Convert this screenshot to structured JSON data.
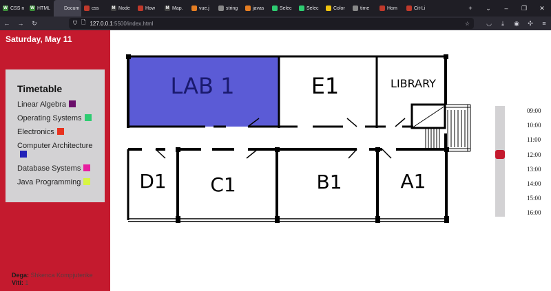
{
  "browser": {
    "tabs": [
      {
        "label": "CSS n",
        "favicon": "W",
        "color": "#3d8f3a"
      },
      {
        "label": "HTML",
        "favicon": "W",
        "color": "#3d8f3a"
      },
      {
        "label": "Docum",
        "favicon": "",
        "color": "#42414d",
        "active": true
      },
      {
        "label": "css",
        "favicon": "",
        "color": "#c0392b"
      },
      {
        "label": "Node",
        "favicon": "M",
        "color": "#444"
      },
      {
        "label": "How",
        "favicon": "",
        "color": "#c0392b"
      },
      {
        "label": "Map.",
        "favicon": "M",
        "color": "#444"
      },
      {
        "label": "vue.j",
        "favicon": "",
        "color": "#e67e22"
      },
      {
        "label": "string",
        "favicon": "",
        "color": "#888"
      },
      {
        "label": "javas",
        "favicon": "",
        "color": "#e67e22"
      },
      {
        "label": "Selec",
        "favicon": "",
        "color": "#2ecc71"
      },
      {
        "label": "Selec",
        "favicon": "",
        "color": "#2ecc71"
      },
      {
        "label": "Color",
        "favicon": "",
        "color": "#f1c40f"
      },
      {
        "label": "time",
        "favicon": "",
        "color": "#888"
      },
      {
        "label": "Hom",
        "favicon": "",
        "color": "#c0392b"
      },
      {
        "label": "Cit-Li",
        "favicon": "",
        "color": "#c0392b"
      }
    ],
    "url_host": "127.0.0.1",
    "url_path": ":5500/index.html"
  },
  "sidebar": {
    "date": "Saturday, May 11",
    "timetable_title": "Timetable",
    "items": [
      {
        "label": "Linear Algebra",
        "color": "#6b0f6b"
      },
      {
        "label": "Operating Systems",
        "color": "#2ecc71"
      },
      {
        "label": "Electronics",
        "color": "#e8321e"
      },
      {
        "label": "Computer Architecture",
        "color": "#2222b8"
      },
      {
        "label": "Database Systems",
        "color": "#e81ea0"
      },
      {
        "label": "Java Programming",
        "color": "#d7f542"
      }
    ],
    "dega_label": "Dega:",
    "dega_value": "Shkenca Kompjuterike",
    "viti_label": "Viti:",
    "viti_value": "1"
  },
  "rooms": {
    "lab1": "LAB 1",
    "e1": "E1",
    "library": "LIBRARY",
    "d1": "D1",
    "c1": "C1",
    "b1": "B1",
    "a1": "A1",
    "highlight_color": "#5b5bd6"
  },
  "slider": {
    "times": [
      "09:00",
      "10:00",
      "11:00",
      "12:00",
      "13:00",
      "14:00",
      "15:00",
      "16:00"
    ],
    "current_time": "12:00"
  }
}
